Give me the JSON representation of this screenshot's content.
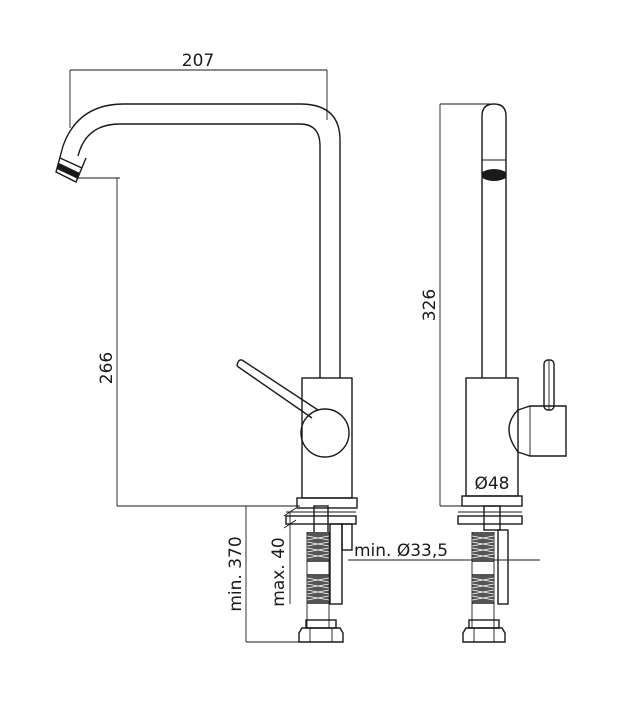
{
  "dimensions": {
    "width_spout": "207",
    "height_spout": "266",
    "height_total": "326",
    "diameter_body": "Ø48",
    "hole_diameter": "min. Ø33,5",
    "deck_thickness": "max. 40",
    "hose_length": "min. 370"
  },
  "colors": {
    "line": "#1a1a1a",
    "background": "#ffffff"
  }
}
